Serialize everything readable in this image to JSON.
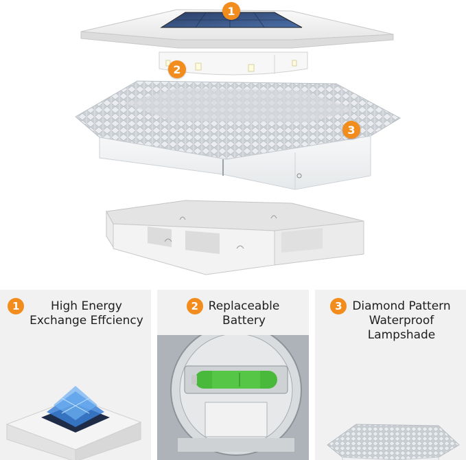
{
  "badges": {
    "solar_panel": "1",
    "battery": "2",
    "lampshade": "3"
  },
  "features": [
    {
      "number": "1",
      "title_line1": "High Energy",
      "title_line2": "Exchange Effciency",
      "title_line3": ""
    },
    {
      "number": "2",
      "title_line1": "Replaceable",
      "title_line2": "Battery",
      "title_line3": ""
    },
    {
      "number": "3",
      "title_line1": "Diamond Pattern",
      "title_line2": "Waterproof",
      "title_line3": "Lampshade"
    }
  ],
  "colors": {
    "badge_orange": "#f28c1c",
    "panel_gray": "#f1f1f1",
    "solar_blue": "#3a7fd6",
    "battery_green": "#49b93b"
  }
}
